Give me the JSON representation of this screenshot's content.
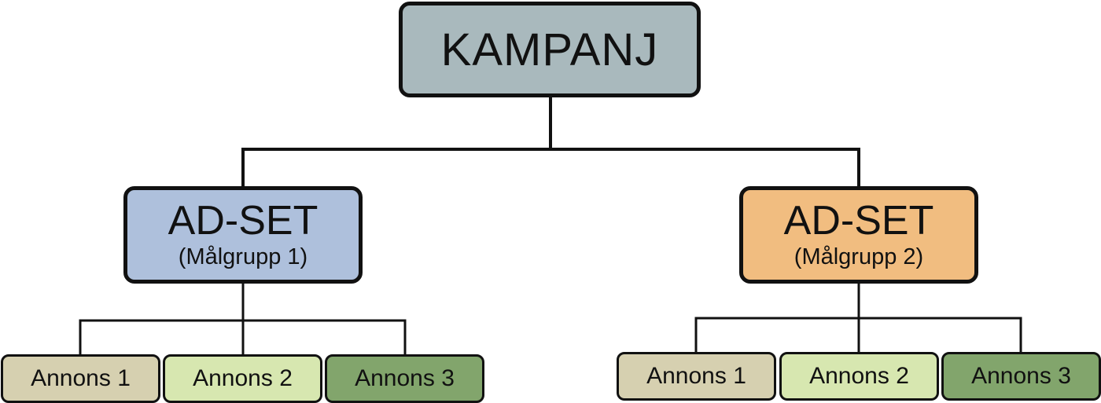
{
  "colors": {
    "campaign": "#a9b9bd",
    "adset_1": "#aec0dc",
    "adset_2": "#f1bd80",
    "ad_1": "#d6d0b0",
    "ad_2": "#d7e7b0",
    "ad_3": "#82a56c",
    "stroke": "#111111"
  },
  "campaign": {
    "label": "KAMPANJ"
  },
  "adsets": [
    {
      "label": "AD-SET",
      "sublabel": "(Målgrupp 1)",
      "ads": [
        "Annons 1",
        "Annons 2",
        "Annons 3"
      ]
    },
    {
      "label": "AD-SET",
      "sublabel": "(Målgrupp 2)",
      "ads": [
        "Annons 1",
        "Annons 2",
        "Annons 3"
      ]
    }
  ]
}
